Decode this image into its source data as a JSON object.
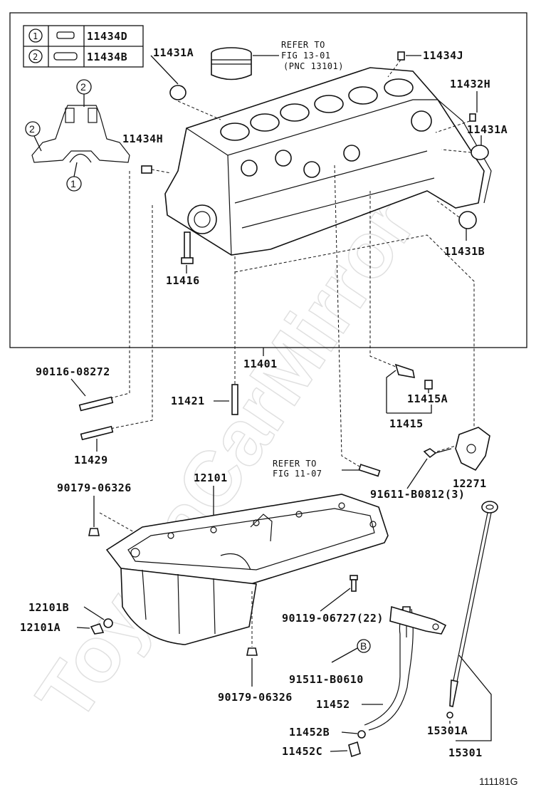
{
  "legend": {
    "rows": [
      {
        "num": "1",
        "part": "11434D"
      },
      {
        "num": "2",
        "part": "11434B"
      }
    ]
  },
  "refer_piston": {
    "line1": "REFER TO",
    "line2": "FIG 13-01",
    "line3": "(PNC 13101)"
  },
  "refer_pump": {
    "line1": "REFER TO",
    "line2": "FIG 11-07"
  },
  "callout_b": "B",
  "inset_markers": [
    "2",
    "2",
    "1"
  ],
  "labels": {
    "p11434D": "11434D",
    "p11434B": "11434B",
    "p11431A_top": "11431A",
    "p11434J": "11434J",
    "p11432H": "11432H",
    "p11431A_right": "11431A",
    "p11434H": "11434H",
    "p11431B": "11431B",
    "p11416": "11416",
    "p11401": "11401",
    "p90116": "90116-08272",
    "p11421": "11421",
    "p11415A": "11415A",
    "p11415": "11415",
    "p11429": "11429",
    "p12101": "12101",
    "p90179_top": "90179-06326",
    "p91611": "91611-B0812(3)",
    "p12271": "12271",
    "p12101B": "12101B",
    "p12101A": "12101A",
    "p90119": "90119-06727(22)",
    "p91511": "91511-B0610",
    "p90179_bot": "90179-06326",
    "p11452": "11452",
    "p11452B": "11452B",
    "p11452C": "11452C",
    "p15301A": "15301A",
    "p15301": "15301"
  },
  "watermark": "ToyotaCarMirror",
  "figure_id": "111181G"
}
